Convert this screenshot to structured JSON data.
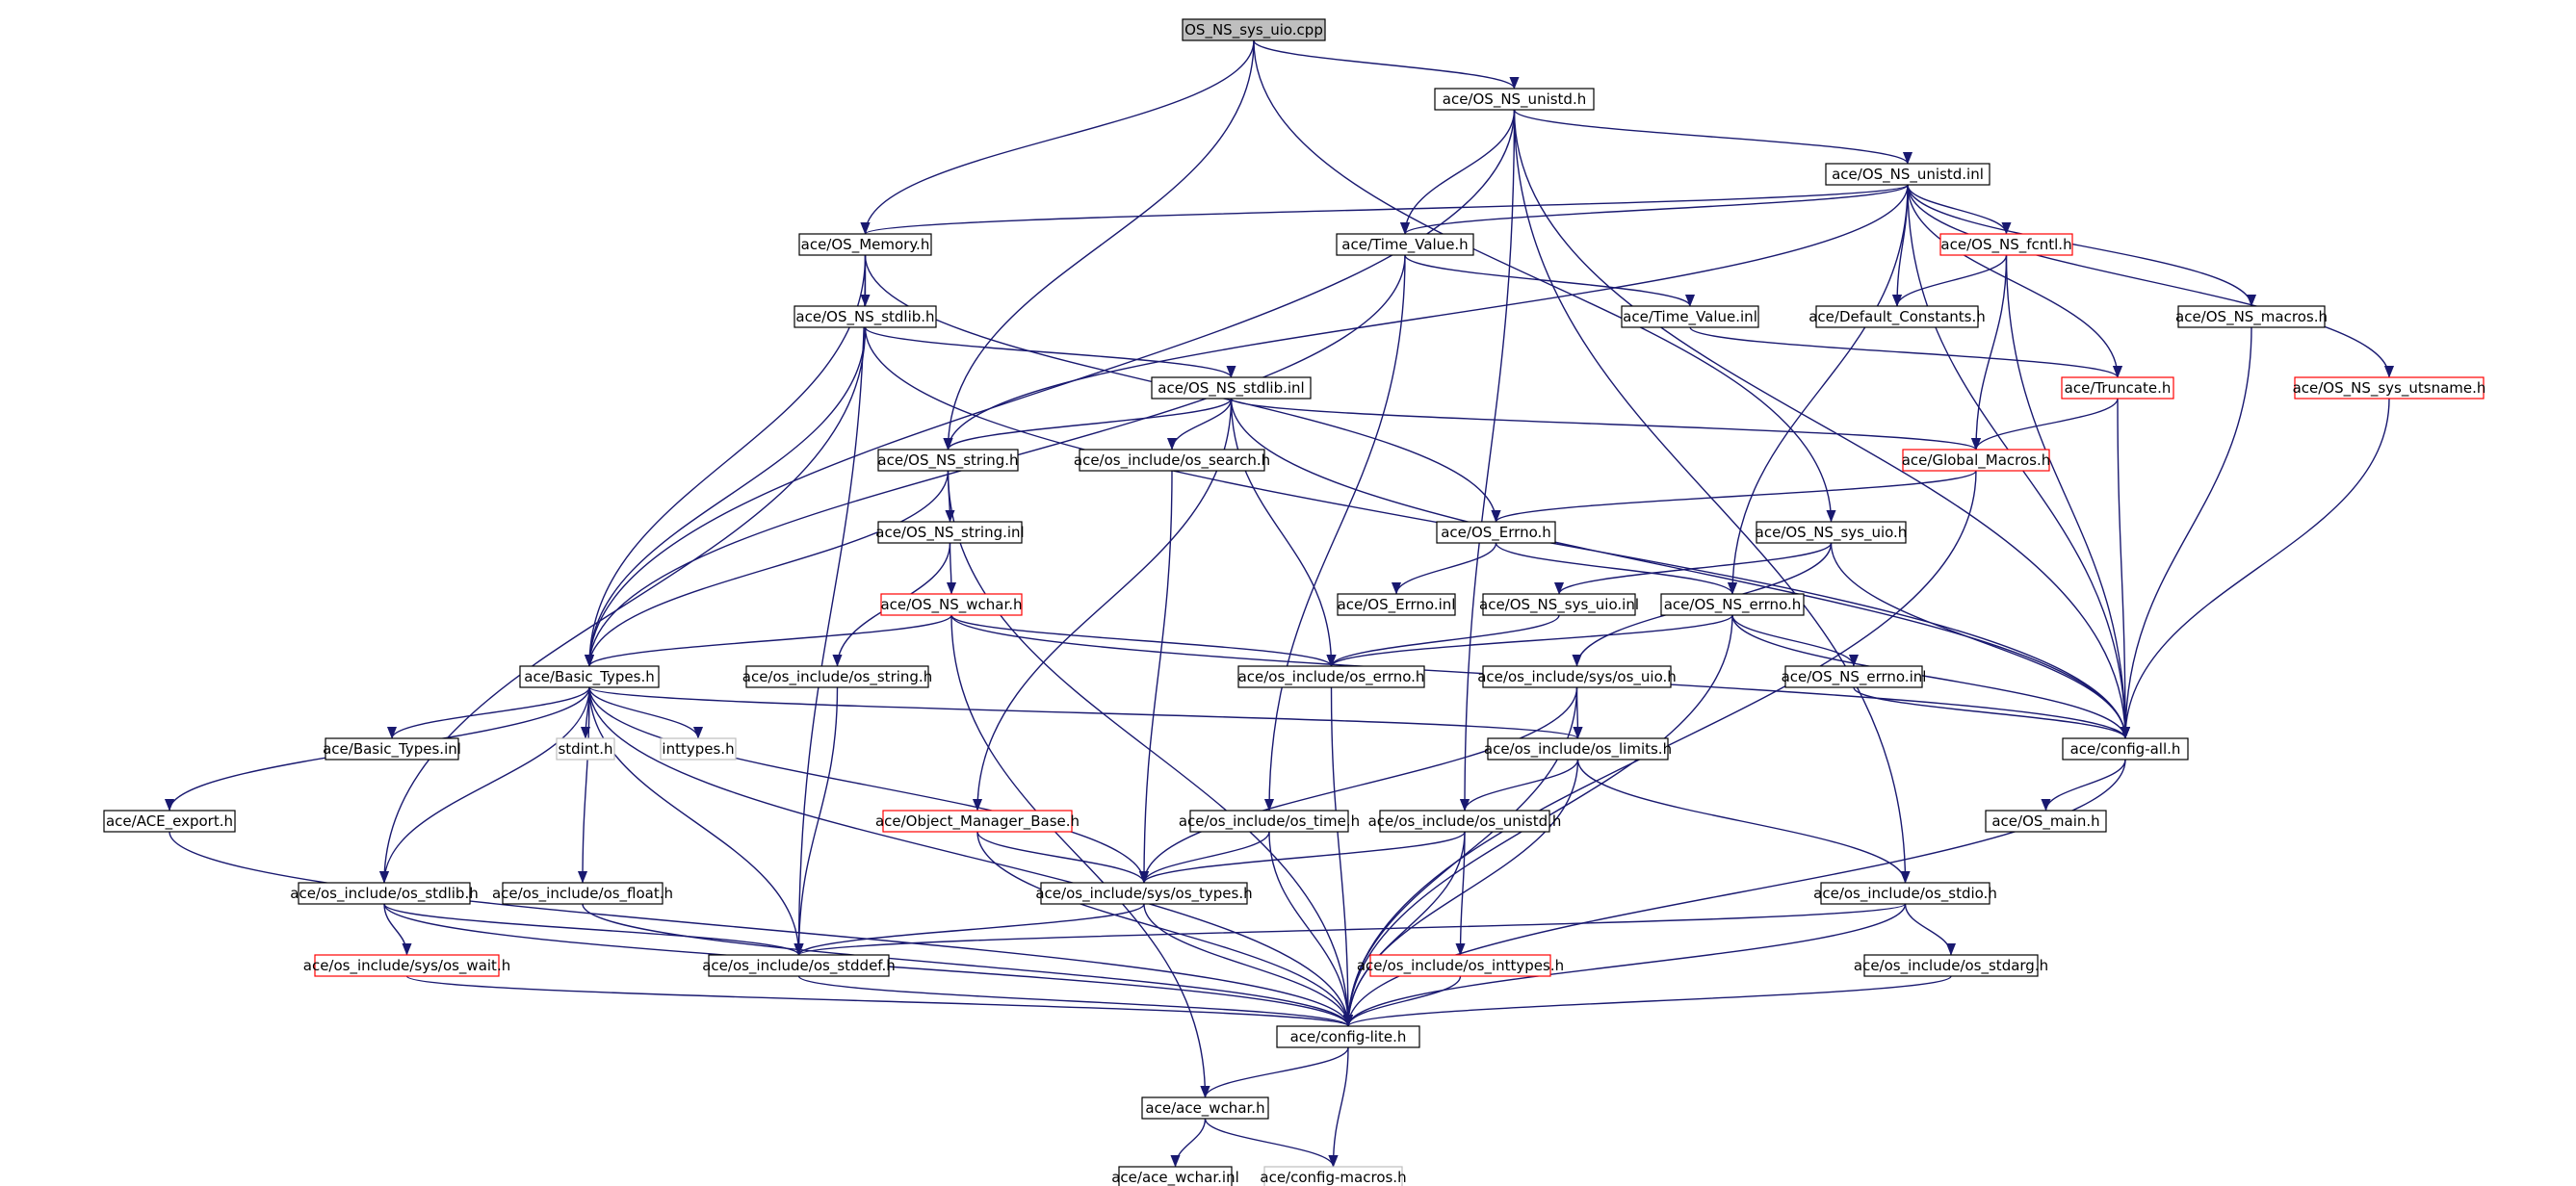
{
  "graph": {
    "colors": {
      "edge": "#191970",
      "box_border": "#000000",
      "incomplete_border": "#ff0000",
      "external_border": "#bfbfbf",
      "current_fill": "#bfbfbf"
    },
    "nodes": [
      {
        "id": "n0",
        "label": "OS_NS_sys_uio.cpp",
        "kind": "current"
      },
      {
        "id": "n1",
        "label": "ace/OS_NS_unistd.h",
        "kind": "normal"
      },
      {
        "id": "n2",
        "label": "ace/OS_NS_unistd.inl",
        "kind": "normal"
      },
      {
        "id": "n3",
        "label": "ace/OS_Memory.h",
        "kind": "normal"
      },
      {
        "id": "n4",
        "label": "ace/Time_Value.h",
        "kind": "normal"
      },
      {
        "id": "n5",
        "label": "ace/OS_NS_fcntl.h",
        "kind": "incomplete"
      },
      {
        "id": "n6",
        "label": "ace/OS_NS_stdlib.h",
        "kind": "normal"
      },
      {
        "id": "n7",
        "label": "ace/Time_Value.inl",
        "kind": "normal"
      },
      {
        "id": "n8",
        "label": "ace/Default_Constants.h",
        "kind": "normal"
      },
      {
        "id": "n9",
        "label": "ace/OS_NS_macros.h",
        "kind": "normal"
      },
      {
        "id": "n10",
        "label": "ace/OS_NS_stdlib.inl",
        "kind": "normal"
      },
      {
        "id": "n11",
        "label": "ace/Truncate.h",
        "kind": "incomplete"
      },
      {
        "id": "n12",
        "label": "ace/OS_NS_sys_utsname.h",
        "kind": "incomplete"
      },
      {
        "id": "n13",
        "label": "ace/OS_NS_string.h",
        "kind": "normal"
      },
      {
        "id": "n14",
        "label": "ace/os_include/os_search.h",
        "kind": "normal"
      },
      {
        "id": "n15",
        "label": "ace/Global_Macros.h",
        "kind": "incomplete"
      },
      {
        "id": "n16",
        "label": "ace/OS_NS_string.inl",
        "kind": "normal"
      },
      {
        "id": "n17",
        "label": "ace/OS_Errno.h",
        "kind": "normal"
      },
      {
        "id": "n18",
        "label": "ace/OS_NS_sys_uio.h",
        "kind": "normal"
      },
      {
        "id": "n19",
        "label": "ace/OS_NS_wchar.h",
        "kind": "incomplete"
      },
      {
        "id": "n20",
        "label": "ace/OS_Errno.inl",
        "kind": "normal"
      },
      {
        "id": "n21",
        "label": "ace/OS_NS_sys_uio.inl",
        "kind": "normal"
      },
      {
        "id": "n22",
        "label": "ace/OS_NS_errno.h",
        "kind": "normal"
      },
      {
        "id": "n23",
        "label": "ace/Basic_Types.h",
        "kind": "normal"
      },
      {
        "id": "n24",
        "label": "ace/os_include/os_string.h",
        "kind": "normal"
      },
      {
        "id": "n25",
        "label": "ace/os_include/os_errno.h",
        "kind": "normal"
      },
      {
        "id": "n26",
        "label": "ace/os_include/sys/os_uio.h",
        "kind": "normal"
      },
      {
        "id": "n27",
        "label": "ace/OS_NS_errno.inl",
        "kind": "normal"
      },
      {
        "id": "n28",
        "label": "ace/Basic_Types.inl",
        "kind": "normal"
      },
      {
        "id": "n29",
        "label": "stdint.h",
        "kind": "external"
      },
      {
        "id": "n30",
        "label": "inttypes.h",
        "kind": "external"
      },
      {
        "id": "n31",
        "label": "ace/os_include/os_limits.h",
        "kind": "normal"
      },
      {
        "id": "n32",
        "label": "ace/config-all.h",
        "kind": "normal"
      },
      {
        "id": "n33",
        "label": "ace/ACE_export.h",
        "kind": "normal"
      },
      {
        "id": "n34",
        "label": "ace/Object_Manager_Base.h",
        "kind": "incomplete"
      },
      {
        "id": "n35",
        "label": "ace/os_include/os_time.h",
        "kind": "normal"
      },
      {
        "id": "n36",
        "label": "ace/os_include/os_unistd.h",
        "kind": "normal"
      },
      {
        "id": "n37",
        "label": "ace/OS_main.h",
        "kind": "normal"
      },
      {
        "id": "n38",
        "label": "ace/os_include/os_stdlib.h",
        "kind": "normal"
      },
      {
        "id": "n39",
        "label": "ace/os_include/os_float.h",
        "kind": "normal"
      },
      {
        "id": "n40",
        "label": "ace/os_include/sys/os_types.h",
        "kind": "normal"
      },
      {
        "id": "n41",
        "label": "ace/os_include/os_stdio.h",
        "kind": "normal"
      },
      {
        "id": "n42",
        "label": "ace/os_include/sys/os_wait.h",
        "kind": "incomplete"
      },
      {
        "id": "n43",
        "label": "ace/os_include/os_stddef.h",
        "kind": "normal"
      },
      {
        "id": "n44",
        "label": "ace/os_include/os_inttypes.h",
        "kind": "incomplete"
      },
      {
        "id": "n45",
        "label": "ace/os_include/os_stdarg.h",
        "kind": "normal"
      },
      {
        "id": "n46",
        "label": "ace/config-lite.h",
        "kind": "normal"
      },
      {
        "id": "n47",
        "label": "ace/ace_wchar.h",
        "kind": "normal"
      },
      {
        "id": "n48",
        "label": "ace/ace_wchar.inl",
        "kind": "normal"
      },
      {
        "id": "n49",
        "label": "ace/config-macros.h",
        "kind": "external"
      }
    ],
    "edges": [
      [
        "n0",
        "n1"
      ],
      [
        "n0",
        "n3"
      ],
      [
        "n0",
        "n13"
      ],
      [
        "n0",
        "n18"
      ],
      [
        "n1",
        "n2"
      ],
      [
        "n1",
        "n4"
      ],
      [
        "n1",
        "n23"
      ],
      [
        "n1",
        "n32"
      ],
      [
        "n1",
        "n36"
      ],
      [
        "n1",
        "n41"
      ],
      [
        "n2",
        "n3"
      ],
      [
        "n2",
        "n4"
      ],
      [
        "n2",
        "n5"
      ],
      [
        "n2",
        "n8"
      ],
      [
        "n2",
        "n9"
      ],
      [
        "n2",
        "n11"
      ],
      [
        "n2",
        "n12"
      ],
      [
        "n2",
        "n13"
      ],
      [
        "n2",
        "n22"
      ],
      [
        "n2",
        "n32"
      ],
      [
        "n3",
        "n6"
      ],
      [
        "n3",
        "n17"
      ],
      [
        "n3",
        "n23"
      ],
      [
        "n3",
        "n43"
      ],
      [
        "n4",
        "n7"
      ],
      [
        "n4",
        "n23"
      ],
      [
        "n4",
        "n35"
      ],
      [
        "n5",
        "n8"
      ],
      [
        "n5",
        "n15"
      ],
      [
        "n5",
        "n32"
      ],
      [
        "n6",
        "n10"
      ],
      [
        "n6",
        "n23"
      ],
      [
        "n6",
        "n32"
      ],
      [
        "n6",
        "n38"
      ],
      [
        "n7",
        "n11"
      ],
      [
        "n9",
        "n32"
      ],
      [
        "n10",
        "n13"
      ],
      [
        "n10",
        "n14"
      ],
      [
        "n10",
        "n15"
      ],
      [
        "n10",
        "n25"
      ],
      [
        "n10",
        "n32"
      ],
      [
        "n10",
        "n34"
      ],
      [
        "n11",
        "n15"
      ],
      [
        "n11",
        "n32"
      ],
      [
        "n12",
        "n32"
      ],
      [
        "n13",
        "n16"
      ],
      [
        "n13",
        "n23"
      ],
      [
        "n13",
        "n46"
      ],
      [
        "n14",
        "n40"
      ],
      [
        "n15",
        "n17"
      ],
      [
        "n15",
        "n46"
      ],
      [
        "n16",
        "n19"
      ],
      [
        "n16",
        "n24"
      ],
      [
        "n17",
        "n20"
      ],
      [
        "n17",
        "n22"
      ],
      [
        "n18",
        "n21"
      ],
      [
        "n18",
        "n26"
      ],
      [
        "n18",
        "n32"
      ],
      [
        "n19",
        "n23"
      ],
      [
        "n19",
        "n25"
      ],
      [
        "n19",
        "n32"
      ],
      [
        "n19",
        "n47"
      ],
      [
        "n21",
        "n25"
      ],
      [
        "n22",
        "n25"
      ],
      [
        "n22",
        "n27"
      ],
      [
        "n22",
        "n32"
      ],
      [
        "n22",
        "n46"
      ],
      [
        "n23",
        "n28"
      ],
      [
        "n23",
        "n29"
      ],
      [
        "n23",
        "n30"
      ],
      [
        "n23",
        "n31"
      ],
      [
        "n23",
        "n33"
      ],
      [
        "n23",
        "n38"
      ],
      [
        "n23",
        "n39"
      ],
      [
        "n23",
        "n40"
      ],
      [
        "n23",
        "n43"
      ],
      [
        "n23",
        "n46"
      ],
      [
        "n24",
        "n43"
      ],
      [
        "n25",
        "n46"
      ],
      [
        "n26",
        "n31"
      ],
      [
        "n26",
        "n40"
      ],
      [
        "n26",
        "n46"
      ],
      [
        "n27",
        "n32"
      ],
      [
        "n31",
        "n36"
      ],
      [
        "n31",
        "n41"
      ],
      [
        "n31",
        "n46"
      ],
      [
        "n32",
        "n37"
      ],
      [
        "n32",
        "n46"
      ],
      [
        "n33",
        "n46"
      ],
      [
        "n34",
        "n40"
      ],
      [
        "n34",
        "n46"
      ],
      [
        "n35",
        "n40"
      ],
      [
        "n35",
        "n46"
      ],
      [
        "n36",
        "n40"
      ],
      [
        "n36",
        "n44"
      ],
      [
        "n36",
        "n46"
      ],
      [
        "n38",
        "n42"
      ],
      [
        "n38",
        "n43"
      ],
      [
        "n38",
        "n46"
      ],
      [
        "n39",
        "n46"
      ],
      [
        "n40",
        "n43"
      ],
      [
        "n40",
        "n46"
      ],
      [
        "n41",
        "n43"
      ],
      [
        "n41",
        "n45"
      ],
      [
        "n41",
        "n46"
      ],
      [
        "n42",
        "n46"
      ],
      [
        "n43",
        "n46"
      ],
      [
        "n44",
        "n46"
      ],
      [
        "n45",
        "n46"
      ],
      [
        "n46",
        "n47"
      ],
      [
        "n46",
        "n49"
      ],
      [
        "n47",
        "n48"
      ],
      [
        "n47",
        "n49"
      ]
    ]
  }
}
